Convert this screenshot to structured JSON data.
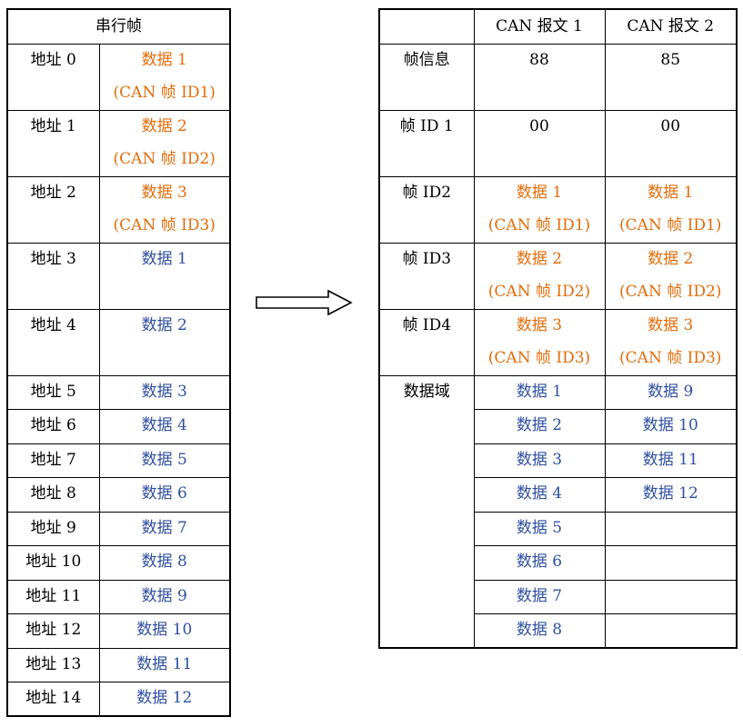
{
  "serial": {
    "title": "串行帧",
    "rows": [
      {
        "addr": "地址 0",
        "data": "数据 1",
        "id": "(CAN 帧 ID1)",
        "kind": "id"
      },
      {
        "addr": "地址 1",
        "data": "数据 2",
        "id": "(CAN 帧 ID2)",
        "kind": "id"
      },
      {
        "addr": "地址 2",
        "data": "数据 3",
        "id": "(CAN 帧 ID3)",
        "kind": "id"
      },
      {
        "addr": "地址 3",
        "data": "数据 1",
        "kind": "tall"
      },
      {
        "addr": "地址 4",
        "data": "数据 2",
        "kind": "tall"
      },
      {
        "addr": "地址 5",
        "data": "数据 3",
        "kind": "data"
      },
      {
        "addr": "地址 6",
        "data": "数据 4",
        "kind": "data"
      },
      {
        "addr": "地址 7",
        "data": "数据 5",
        "kind": "data"
      },
      {
        "addr": "地址 8",
        "data": "数据 6",
        "kind": "data"
      },
      {
        "addr": "地址 9",
        "data": "数据 7",
        "kind": "data"
      },
      {
        "addr": "地址 10",
        "data": "数据 8",
        "kind": "data"
      },
      {
        "addr": "地址 11",
        "data": "数据 9",
        "kind": "data"
      },
      {
        "addr": "地址 12",
        "data": "数据 10",
        "kind": "data"
      },
      {
        "addr": "地址 13",
        "data": "数据 11",
        "kind": "data"
      },
      {
        "addr": "地址 14",
        "data": "数据 12",
        "kind": "data"
      }
    ]
  },
  "can": {
    "headers": [
      "",
      "CAN 报文 1",
      "CAN 报文 2"
    ],
    "rows": [
      {
        "field": "帧信息",
        "msg1": "88",
        "msg2": "85",
        "kind": "plain"
      },
      {
        "field": "帧 ID 1",
        "msg1": "00",
        "msg2": "00",
        "kind": "plain"
      },
      {
        "field": "帧 ID2",
        "msg1": "数据 1",
        "msg1_id": "(CAN 帧 ID1)",
        "msg2": "数据 1",
        "msg2_id": "(CAN 帧 ID1)",
        "kind": "id"
      },
      {
        "field": "帧 ID3",
        "msg1": "数据 2",
        "msg1_id": "(CAN 帧 ID2)",
        "msg2": "数据 2",
        "msg2_id": "(CAN 帧 ID2)",
        "kind": "id"
      },
      {
        "field": "帧 ID4",
        "msg1": "数据 3",
        "msg1_id": "(CAN 帧 ID3)",
        "msg2": "数据 3",
        "msg2_id": "(CAN 帧 ID3)",
        "kind": "id"
      }
    ],
    "data_field_label": "数据域",
    "data_rows": [
      {
        "msg1": "数据 1",
        "msg2": "数据 9"
      },
      {
        "msg1": "数据 2",
        "msg2": "数据 10"
      },
      {
        "msg1": "数据 3",
        "msg2": "数据 11"
      },
      {
        "msg1": "数据 4",
        "msg2": "数据 12"
      },
      {
        "msg1": "数据 5",
        "msg2": ""
      },
      {
        "msg1": "数据 6",
        "msg2": ""
      },
      {
        "msg1": "数据 7",
        "msg2": ""
      },
      {
        "msg1": "数据 8",
        "msg2": ""
      }
    ]
  },
  "arrow": {
    "direction": "right"
  },
  "colors": {
    "id_text": "#e46c0a",
    "data_text": "#2f4fa0",
    "line": "#000000"
  }
}
